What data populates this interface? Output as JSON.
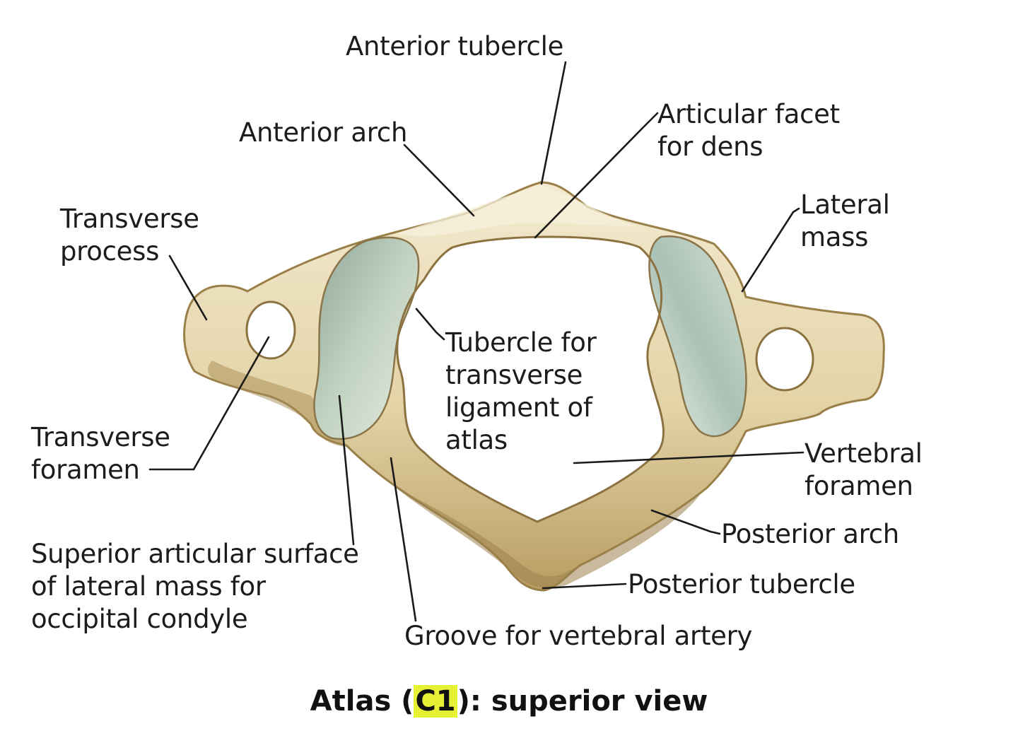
{
  "figure": {
    "colors": {
      "bone": "#e3d3a6",
      "bone_light": "#f4ecd3",
      "bone_shadow": "#a58a52",
      "bone_dark": "#7d6536",
      "cartilage": "#b9cbb8",
      "cartilage_dark": "#7f9b8e",
      "leader": "#1a1a1a",
      "highlight": "#e6f035"
    },
    "labels": {
      "anterior_tubercle": [
        "Anterior tubercle"
      ],
      "anterior_arch": [
        "Anterior arch"
      ],
      "articular_facet": [
        "Articular facet",
        "for dens"
      ],
      "lateral_mass": [
        "Lateral",
        "mass"
      ],
      "transverse_process": [
        "Transverse",
        "process"
      ],
      "tubercle_transverse_ligament": [
        "Tubercle for",
        "transverse",
        "ligament of",
        "atlas"
      ],
      "transverse_foramen": [
        "Transverse",
        "foramen"
      ],
      "vertebral_foramen": [
        "Vertebral",
        "foramen"
      ],
      "posterior_arch": [
        "Posterior arch"
      ],
      "posterior_tubercle": [
        "Posterior tubercle"
      ],
      "superior_articular_surface": [
        "Superior articular surface",
        "of lateral mass for",
        "occipital condyle"
      ],
      "groove_vertebral_artery": [
        "Groove for vertebral artery"
      ]
    },
    "caption": {
      "before": "Atlas (",
      "highlight": "C1",
      "after": "): superior view"
    }
  }
}
